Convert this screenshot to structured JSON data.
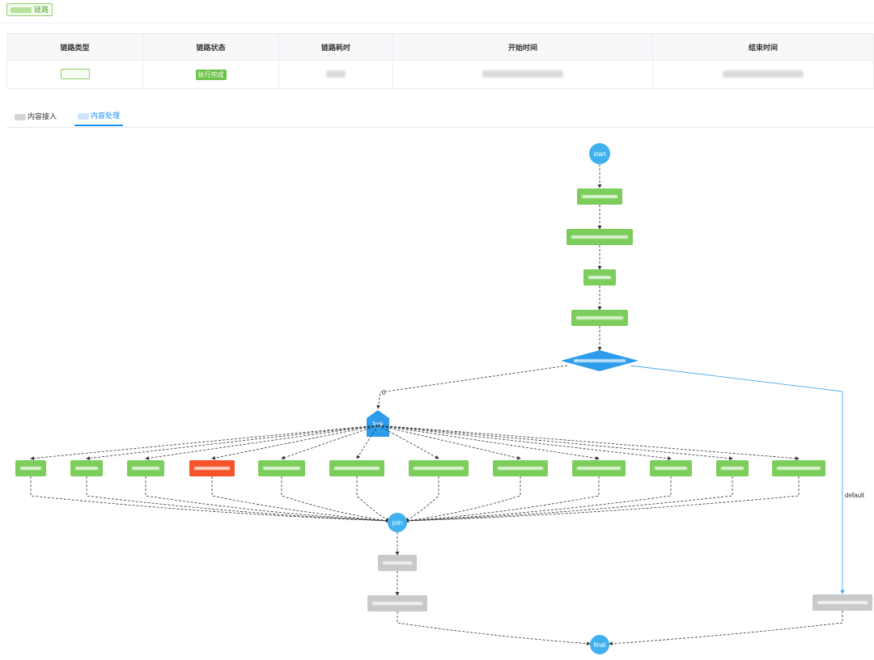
{
  "header": {
    "title_suffix": "链路"
  },
  "summary_table": {
    "columns": [
      "链路类型",
      "链路状态",
      "链路耗时",
      "开始时间",
      "结束时间"
    ],
    "status_value": "执行完成"
  },
  "tabs": [
    {
      "label": "内容接入",
      "active": false
    },
    {
      "label": "内容处理",
      "active": true
    }
  ],
  "flow": {
    "start_label": "start",
    "fork_label": "fork",
    "join_label": "join",
    "final_label": "final",
    "branch_zero_label": "0",
    "default_label": "default",
    "colors": {
      "task_success": "#7ccd5c",
      "task_failed": "#f5542a",
      "task_pending": "#c9c9c9",
      "control": "#2d9cea",
      "event": "#3fb1ee",
      "default_edge": "#4aa8e8"
    },
    "parallel_tasks": [
      {
        "status": "success"
      },
      {
        "status": "success"
      },
      {
        "status": "success"
      },
      {
        "status": "failed"
      },
      {
        "status": "success"
      },
      {
        "status": "success"
      },
      {
        "status": "success"
      },
      {
        "status": "success"
      },
      {
        "status": "success"
      },
      {
        "status": "success"
      },
      {
        "status": "success"
      },
      {
        "status": "success"
      }
    ]
  }
}
